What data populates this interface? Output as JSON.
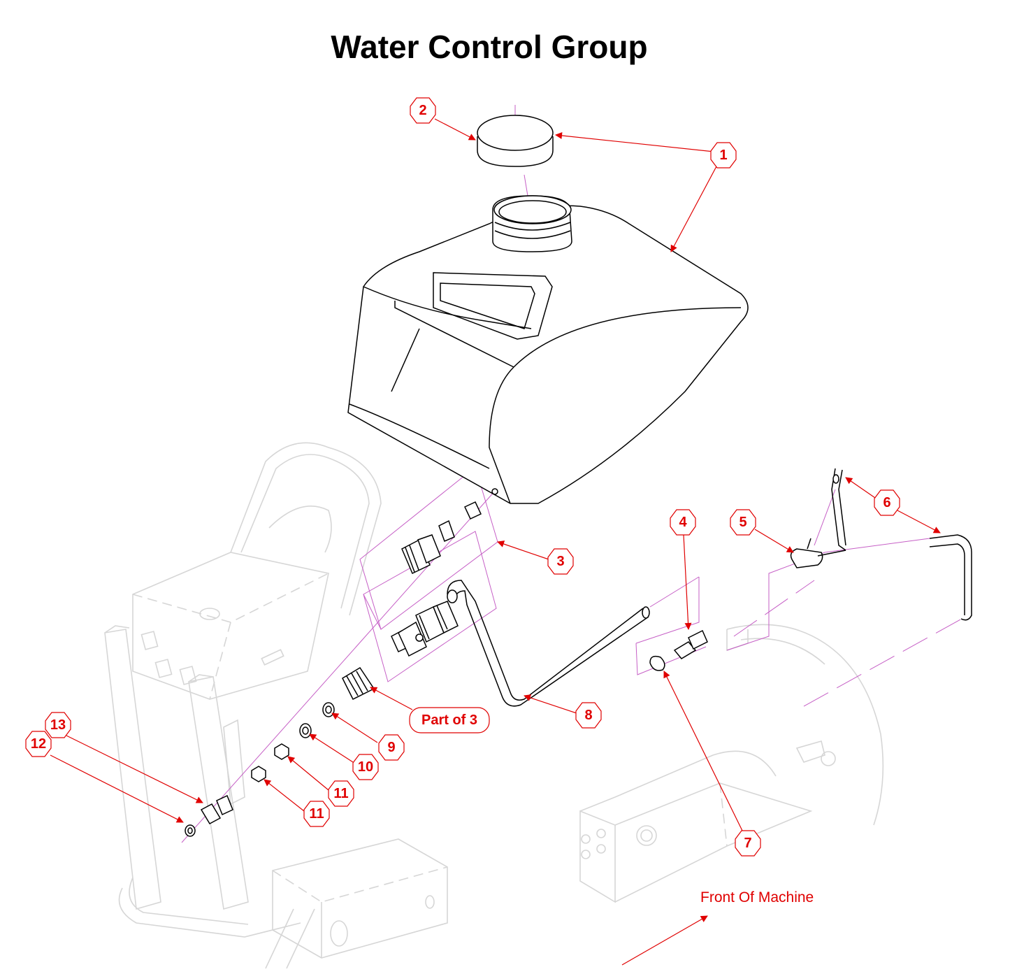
{
  "title": "Water Control Group",
  "callouts": [
    "1",
    "2",
    "3",
    "4",
    "5",
    "6",
    "7",
    "8",
    "9",
    "10",
    "11",
    "11",
    "12",
    "13"
  ],
  "part_of_label": "Part of 3",
  "front_label": "Front Of Machine",
  "colors": {
    "callout": "#e00000",
    "centerline": "#c65fc6",
    "ghost": "#d6d6d6",
    "part": "#000000"
  }
}
